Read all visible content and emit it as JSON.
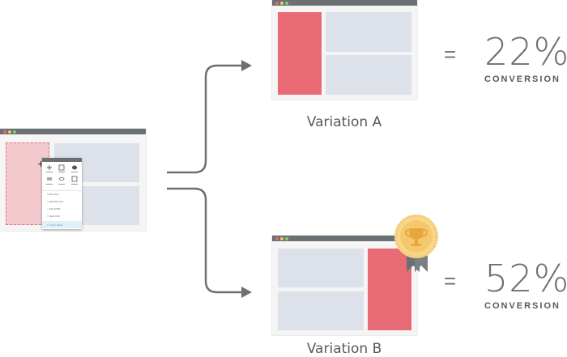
{
  "source": {
    "menu_items": [
      "Edit Text",
      "Edit Element",
      "Edit HTML",
      "Edit CSS",
      "Track Clicks"
    ]
  },
  "variation_a": {
    "label": "Variation A",
    "equals": "=",
    "percent": "22%",
    "metric": "CONVERSION"
  },
  "variation_b": {
    "label": "Variation B",
    "equals": "=",
    "percent": "52%",
    "metric": "CONVERSION",
    "badge": "trophy-ribbon"
  },
  "colors": {
    "accent_red": "#e86a74",
    "window_bar": "#6b7075",
    "panel": "#dde1e9",
    "arrow": "#6b7075",
    "trophy_gold": "#f5c86e"
  }
}
